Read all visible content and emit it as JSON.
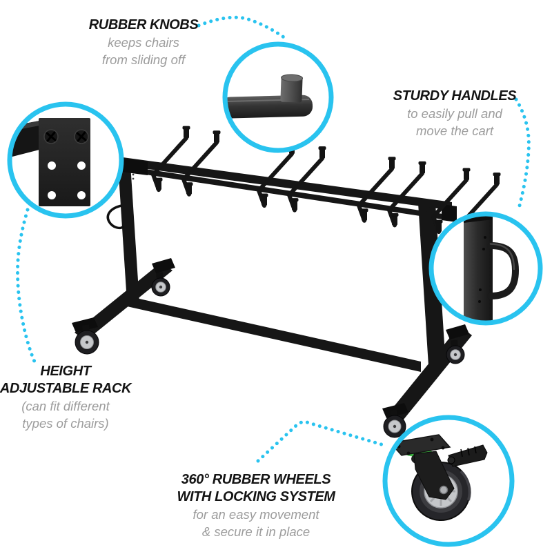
{
  "colors": {
    "accent": "#29c3ef",
    "title": "#141414",
    "subtitle": "#9c9c9c",
    "frame_black": "#161616",
    "green_ring": "#3db843",
    "hub_silver": "#c6c8cb"
  },
  "callouts": {
    "knobs": {
      "title": "RUBBER KNOBS",
      "line1": "keeps chairs",
      "line2": "from sliding off"
    },
    "handles": {
      "title": "STURDY HANDLES",
      "line1": "to easily pull and",
      "line2": "move the cart"
    },
    "rack": {
      "title1": "HEIGHT",
      "title2": "ADJUSTABLE RACK",
      "line1": "(can fit different",
      "line2": "types of chairs)"
    },
    "wheels": {
      "title1": "360° RUBBER WHEELS",
      "title2": "WITH LOCKING SYSTEM",
      "line1": "for an easy movement",
      "line2": "& secure it in place"
    }
  }
}
